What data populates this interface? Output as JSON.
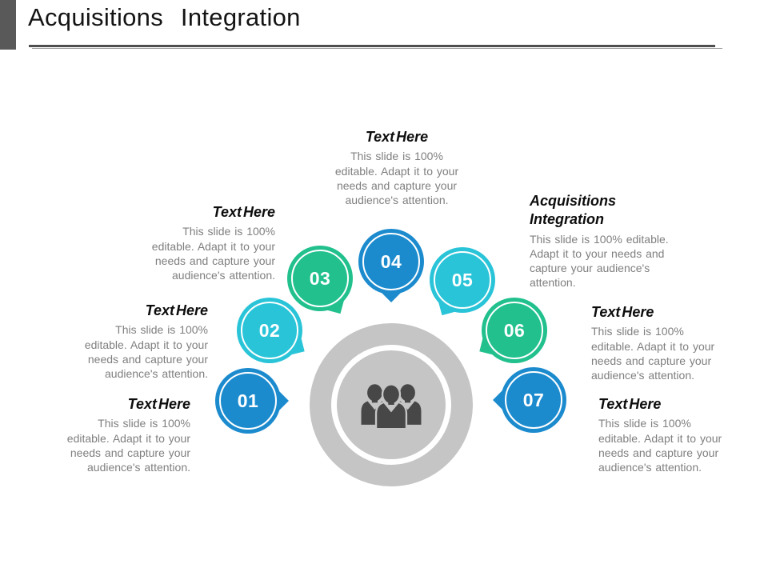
{
  "slide": {
    "title": "Acquisitions Integration"
  },
  "palette": {
    "blue": "#1C8BCE",
    "cyan": "#2AC4D8",
    "green": "#21C08D",
    "hub_gray": "#C5C5C5",
    "icon_gray": "#474747",
    "heading_text": "#0D0D0D",
    "body_text": "#7F7F7F",
    "accent_bar": "#595959"
  },
  "center": {
    "icon": "team-people-icon"
  },
  "steps": [
    {
      "number": "01",
      "title": "Text Here",
      "body": "This slide is 100% editable. Adapt it to your needs and capture your audience's attention.",
      "color": "#1C8BCE"
    },
    {
      "number": "02",
      "title": "Text Here",
      "body": "This slide is 100% editable. Adapt it to your needs and capture your audience's attention.",
      "color": "#2AC4D8"
    },
    {
      "number": "03",
      "title": "Text Here",
      "body": "This slide is 100% editable. Adapt it to your needs and capture your audience's attention.",
      "color": "#21C08D"
    },
    {
      "number": "04",
      "title": "Text Here",
      "body": "This slide is 100% editable. Adapt it to your needs and capture your audience's attention.",
      "color": "#1C8BCE"
    },
    {
      "number": "05",
      "title": "Acquisitions Integration",
      "body": "This slide is 100% editable. Adapt it to your needs and capture your audience's attention.",
      "color": "#2AC4D8"
    },
    {
      "number": "06",
      "title": "Text Here",
      "body": "This slide is 100% editable. Adapt it to your needs and capture your audience's attention.",
      "color": "#21C08D"
    },
    {
      "number": "07",
      "title": "Text Here",
      "body": "This slide is 100% editable. Adapt it to your needs and capture your audience's attention.",
      "color": "#1C8BCE"
    }
  ]
}
